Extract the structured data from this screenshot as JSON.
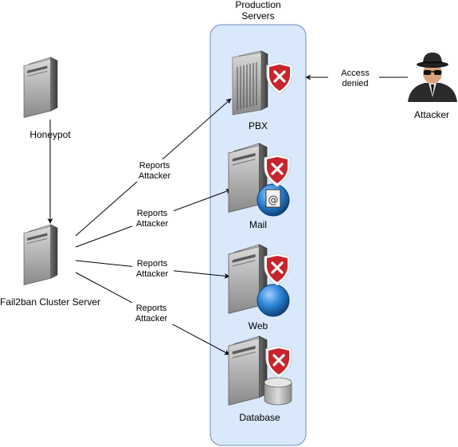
{
  "group": {
    "title_line1": "Production",
    "title_line2": "Servers"
  },
  "nodes": {
    "honeypot": "Honeypot",
    "cluster": "Fail2ban Cluster Server",
    "pbx": "PBX",
    "mail": "Mail",
    "web": "Web",
    "database": "Database",
    "attacker": "Attacker"
  },
  "edges": {
    "access_denied_line1": "Access",
    "access_denied_line2": "denied",
    "reports_1_line1": "Reports",
    "reports_1_line2": "Attacker",
    "reports_2_line1": "Reports",
    "reports_2_line2": "Attacker",
    "reports_3_line1": "Reports",
    "reports_3_line2": "Attacker",
    "reports_4_line1": "Reports",
    "reports_4_line2": "Attacker"
  },
  "colors": {
    "group_fill": "#dae8fc",
    "group_stroke": "#6c8ebf",
    "shield_red": "#c8242c",
    "globe_blue": "#1e73be"
  }
}
